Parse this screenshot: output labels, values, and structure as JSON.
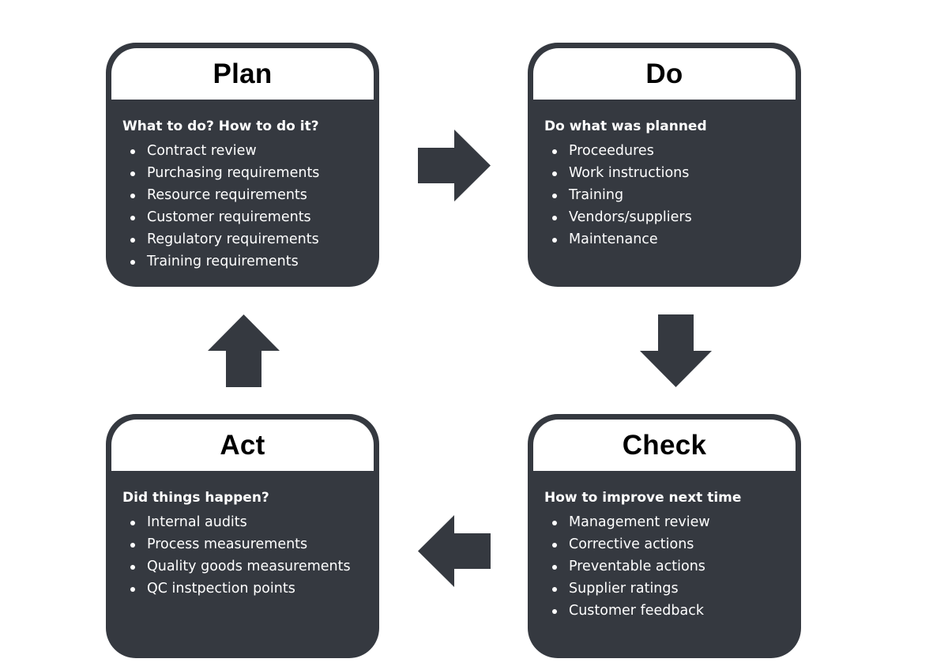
{
  "plan": {
    "title": "Plan",
    "subtitle": "What to do? How to do it?",
    "items": [
      "Contract review",
      "Purchasing requirements",
      "Resource requirements",
      "Customer requirements",
      "Regulatory requirements",
      "Training requirements"
    ]
  },
  "do": {
    "title": "Do",
    "subtitle": "Do what was planned",
    "items": [
      "Proceedures",
      "Work instructions",
      "Training",
      "Vendors/suppliers",
      "Maintenance"
    ]
  },
  "check": {
    "title": "Check",
    "subtitle": "How to improve next time",
    "items": [
      "Management review",
      "Corrective actions",
      "Preventable actions",
      "Supplier ratings",
      "Customer feedback"
    ]
  },
  "act": {
    "title": "Act",
    "subtitle": "Did things happen?",
    "items": [
      "Internal audits",
      "Process measurements",
      "Quality goods measurements",
      "QC instpection points"
    ]
  },
  "colors": {
    "card": "#353940",
    "arrow": "#353940",
    "header": "#ffffff"
  }
}
